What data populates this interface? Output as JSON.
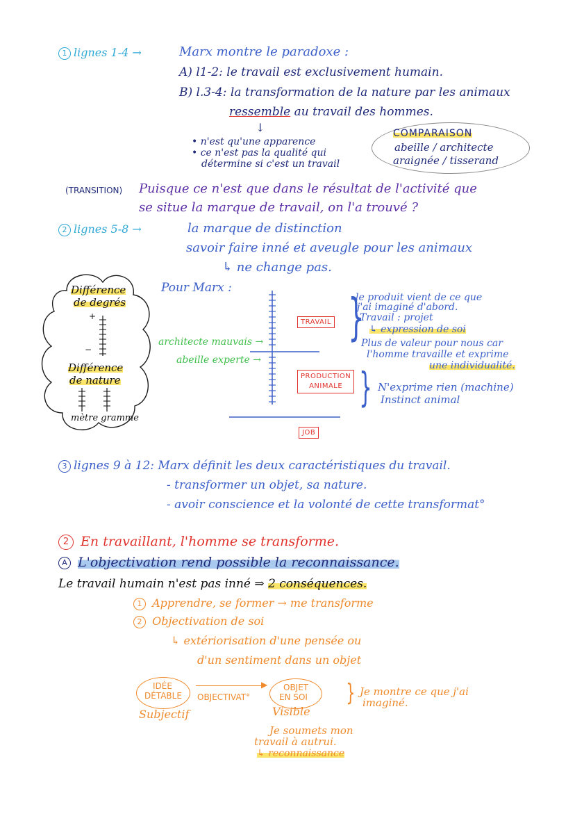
{
  "section1": {
    "lines_1_4": {
      "num": "1",
      "label": "lignes 1-4",
      "arrow": "→",
      "text": "Marx montre le paradoxe :"
    },
    "a_line": "A) l1-2: le travail est exclusivement humain.",
    "b_line1": "B) l.3-4: la transformation de la nature par les animaux",
    "b_line2_em": "ressemble",
    "b_line2_rest": "au travail des hommes.",
    "down_arrow": "↓",
    "bullet1": "• n'est qu'une apparence",
    "bullet2": "• ce n'est pas la qualité qui",
    "bullet3": "détermine si c'est un travail",
    "comparaison": {
      "title": "COMPARAISON",
      "line1": "abeille / architecte",
      "line2": "araignée / tisserand"
    }
  },
  "transition": {
    "tag": "(TRANSITION)",
    "line1": "Puisque ce n'est que dans le résultat de l'activité que",
    "line2": "se situe la marque de travail, on l'a trouvé ?"
  },
  "section2": {
    "lines_5_8": {
      "num": "2",
      "label": "lignes 5-8",
      "arrow": "→",
      "text": "la marque de distinction"
    },
    "line2": "savoir faire inné et aveugle pour les animaux",
    "line3": "↳ ne change pas.",
    "cloud": {
      "title1": "Différence",
      "title2": "de degrés",
      "plus": "+",
      "minus": "−",
      "title3": "Différence",
      "title4": "de nature",
      "units": "mètre gramme"
    },
    "pour_marx": "Pour Marx :",
    "archi": "architecte mauvais",
    "abeille": "abeille experte",
    "box_travail": "TRAVAIL",
    "box_production1": "PRODUCTION",
    "box_production2": "ANIMALE",
    "box_job": "JOB",
    "travail_desc": {
      "l1": "le produit vient de ce que",
      "l2": "j'ai imaginé d'abord.",
      "l3": "Travail : projet",
      "l4": "↳ expression de soi",
      "l5": "Plus de valeur pour nous car",
      "l6": "l'homme travaille et exprime",
      "l7": "une individualité."
    },
    "animal_desc": {
      "l1": "N'exprime rien (machine)",
      "l2": "Instinct animal"
    }
  },
  "section3": {
    "num": "3",
    "label": "lignes 9 à 12:",
    "text": "Marx définit les deux caractéristiques du travail.",
    "item1": "- transformer un objet, sa nature.",
    "item2": "- avoir conscience et la volonté de cette transformat°"
  },
  "part2": {
    "title_num": "2",
    "title": "En travaillant, l'homme se transforme.",
    "sub_letter": "A",
    "sub_title": "L'objectivation rend possible la reconnaissance.",
    "line1_a": "Le travail humain n'est pas inné",
    "line1_arrow": "⇒",
    "line1_b": "2 conséquences.",
    "item1_num": "1",
    "item1": "Apprendre, se former → me transforme",
    "item2_num": "2",
    "item2": "Objectivation de soi",
    "item2_sub1": "↳ extériorisation d'une pensée ou",
    "item2_sub2": "d'un sentiment dans un objet",
    "idee1": "IDÉE",
    "idee2": "DÉTABLE",
    "subjectif": "Subjectif",
    "objectivat": "OBJECTIVAT°",
    "objet1": "OBJET",
    "objet2": "EN SOI",
    "visible": "Visible",
    "brace_text1": "Je montre ce que j'ai",
    "brace_text2": "imaginé.",
    "soumets1": "Je soumets mon",
    "soumets2": "travail à autrui.",
    "reconnaissance": "↳ reconnaissance"
  }
}
